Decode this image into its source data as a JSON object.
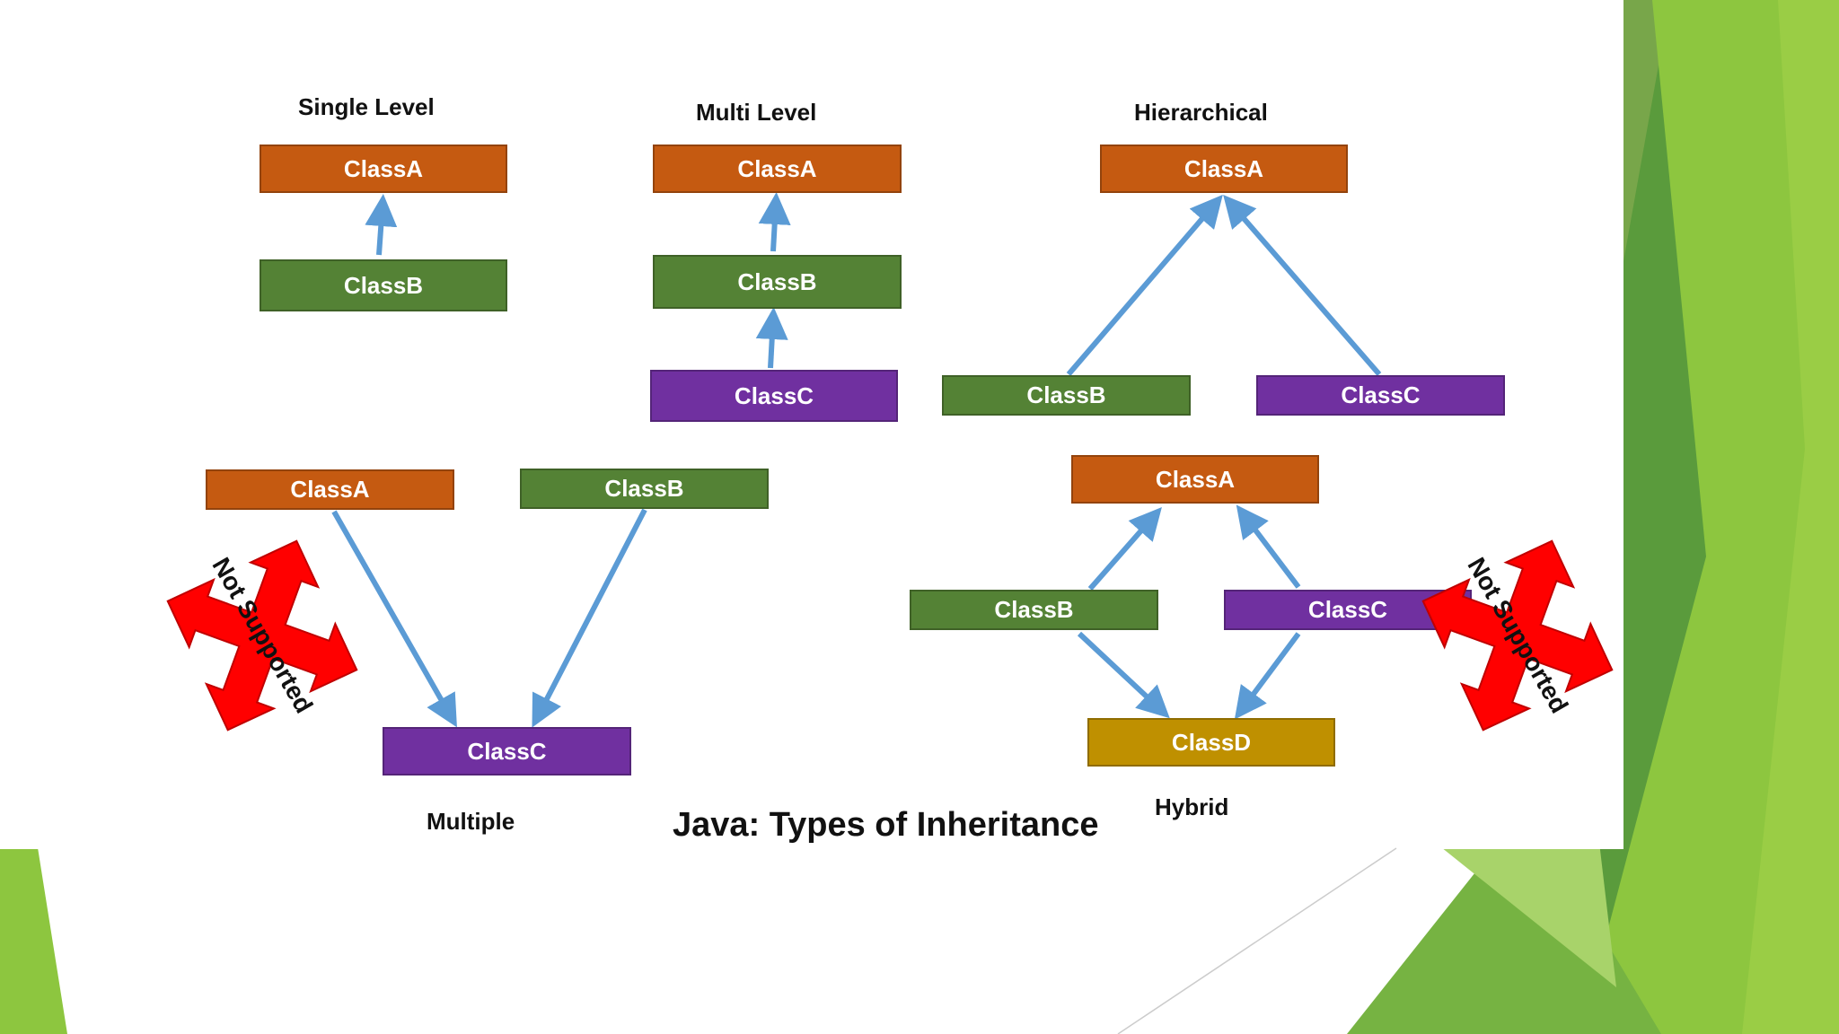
{
  "colors": {
    "orange": "#c55a11",
    "green": "#548235",
    "purple": "#7030a0",
    "gold": "#bf9000",
    "arrow": "#5b9bd5",
    "stamp_red": "#ff0000"
  },
  "title": "Java: Types of Inheritance",
  "single_level": {
    "label": "Single Level",
    "class_a": "ClassA",
    "class_b": "ClassB"
  },
  "multi_level": {
    "label": "Multi Level",
    "class_a": "ClassA",
    "class_b": "ClassB",
    "class_c": "ClassC"
  },
  "hierarchical": {
    "label": "Hierarchical",
    "class_a": "ClassA",
    "class_b": "ClassB",
    "class_c": "ClassC"
  },
  "multiple": {
    "label": "Multiple",
    "class_a": "ClassA",
    "class_b": "ClassB",
    "class_c": "ClassC",
    "stamp": "Not Supported"
  },
  "hybrid": {
    "label": "Hybrid",
    "class_a": "ClassA",
    "class_b": "ClassB",
    "class_c": "ClassC",
    "class_d": "ClassD",
    "stamp": "Not Supported"
  }
}
